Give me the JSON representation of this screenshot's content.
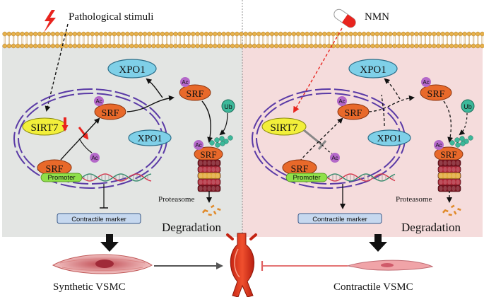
{
  "left": {
    "stimulus": "Pathological stimuli",
    "xpo1_top": "XPO1",
    "xpo1_nuclear": "XPO1",
    "sirt7": "SIRT7",
    "ac_srf_nuc_ac": "Ac",
    "ac_srf_nuc": "SRF",
    "ac_cyto_ac": "Ac",
    "ac_cyto_srf": "SRF",
    "ub": "Ub",
    "prot_ac": "Ac",
    "prot_srf": "SRF",
    "free_ac": "Ac",
    "srf_promoter": "SRF",
    "promoter": "Promoter",
    "proteasome": "Proteasome",
    "contractile_marker": "Contractile marker",
    "degradation": "Degradation",
    "vsmc": "Synthetic VSMC"
  },
  "right": {
    "stimulus": "NMN",
    "xpo1_top": "XPO1",
    "xpo1_nuclear": "XPO1",
    "sirt7": "SIRT7",
    "ac_srf_nuc_ac": "Ac",
    "ac_srf_nuc": "SRF",
    "ac_cyto_ac": "Ac",
    "ac_cyto_srf": "SRF",
    "ub": "Ub",
    "prot_ac": "Ac",
    "prot_srf": "SRF",
    "free_ac": "Ac",
    "srf_promoter": "SRF",
    "promoter": "Promoter",
    "proteasome": "Proteasome",
    "contractile_marker": "Contractile marker",
    "degradation": "Degradation",
    "vsmc": "Contractile VSMC"
  },
  "colors": {
    "left_bg": "#e3e5e3",
    "right_bg": "#f5dcdc",
    "membrane_head": "#e7b14a",
    "nucleus_line": "#5a3aa6",
    "srf": "#e8692a",
    "xpo1": "#7fd0e8",
    "sirt7": "#f2ef3a",
    "ac": "#b468c9",
    "promoter": "#8fe04a",
    "ub": "#3cb89a",
    "vessel": "#e23a1e",
    "stimulus_red": "#e8241e"
  }
}
